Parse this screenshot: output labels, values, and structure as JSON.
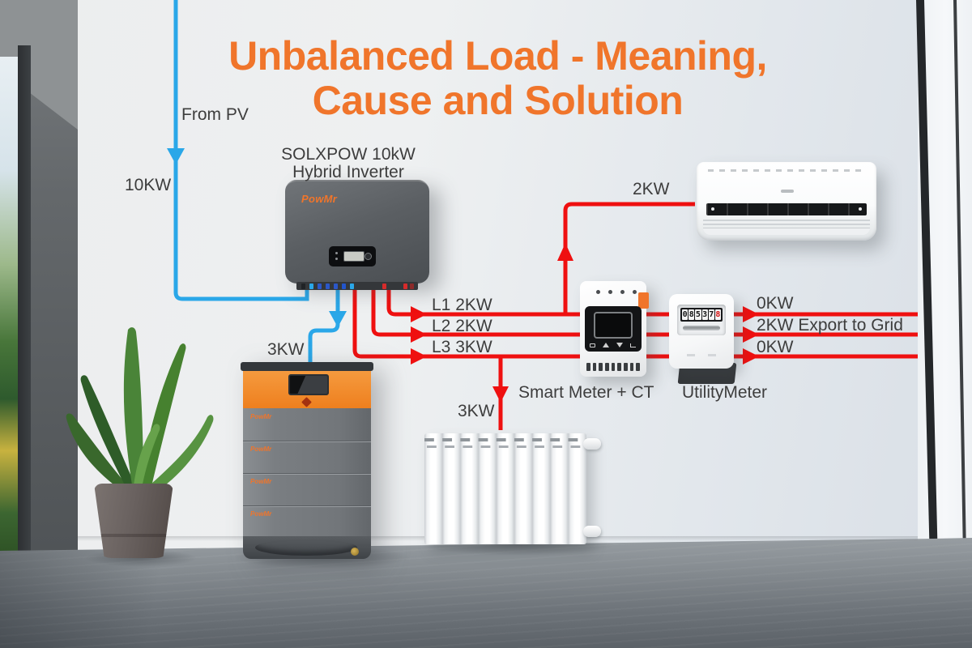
{
  "title": {
    "line1": "Unbalanced Load - Meaning,",
    "line2": "Cause and Solution"
  },
  "pv": {
    "source_label": "From PV",
    "power": "10KW"
  },
  "inverter": {
    "model_line1": "SOLXPOW 10kW",
    "model_line2": "Hybrid Inverter",
    "brand": "PowMr"
  },
  "battery": {
    "power_label": "3KW",
    "brand": "PowMr"
  },
  "ac_unit": {
    "power_label": "2KW"
  },
  "radiator": {
    "power_label": "3KW"
  },
  "phase_lines": {
    "l1": "L1 2KW",
    "l2": "L2 2KW",
    "l3": "L3 3KW"
  },
  "grid": {
    "l1": "0KW",
    "l2": "2KW Export to Grid",
    "l3": "0KW"
  },
  "smart_meter": {
    "label": "Smart Meter + CT"
  },
  "utility_meter": {
    "label": "UtilityMeter",
    "digits": [
      "0",
      "8",
      "5",
      "3",
      "7"
    ],
    "last_digit": "8"
  },
  "colors": {
    "accent_orange": "#F0752B",
    "wire_red": "#EF1010",
    "wire_blue": "#2AA7E8",
    "label_text": "#3D3D3D"
  }
}
